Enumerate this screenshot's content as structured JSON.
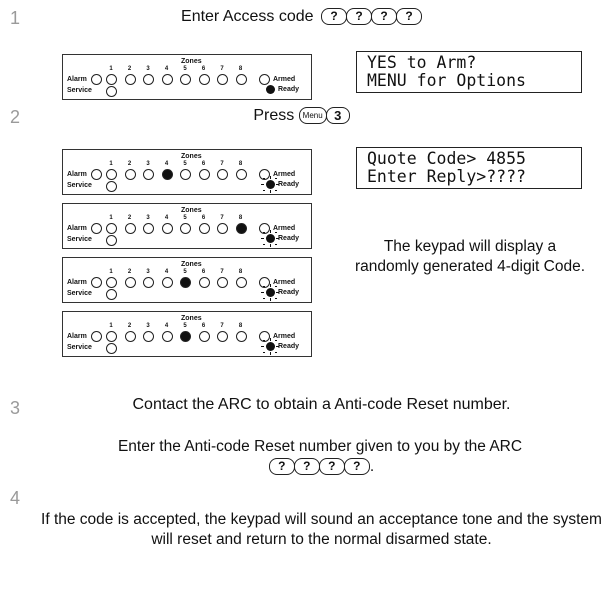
{
  "steps": [
    {
      "number": "1",
      "text": "Enter Access code"
    },
    {
      "number": "2",
      "text": "Press"
    },
    {
      "number": "3",
      "text": "Contact the ARC to obtain a Anti-code Reset number."
    },
    {
      "number": "4",
      "text": "If the code is accepted, the keypad will sound an acceptance tone and the system will reset and return to the normal disarmed state."
    }
  ],
  "key_glyphs": {
    "question": "?",
    "menu": "Menu",
    "three": "3"
  },
  "lcd1": {
    "line1": "YES to Arm?",
    "line2": "MENU for Options"
  },
  "lcd2": {
    "line1": "Quote Code> 4855",
    "line2": "Enter Reply>????"
  },
  "keypad_panel": {
    "zones_label": "Zones",
    "zone_numbers": [
      "1",
      "2",
      "3",
      "4",
      "5",
      "6",
      "7",
      "8"
    ],
    "alarm_label": "Alarm",
    "service_label": "Service",
    "armed_label": "Armed",
    "ready_label": "Ready"
  },
  "panels_lit_zone": [
    0,
    4,
    8,
    5,
    5
  ],
  "panel_ready_flashing": [
    false,
    true,
    true,
    true,
    true
  ],
  "display_note": "The keypad will display a randomly generated 4-digit Code.",
  "anticode_instruction": "Enter the Anti-code Reset number given to you by the ARC",
  "anticode_period": "."
}
